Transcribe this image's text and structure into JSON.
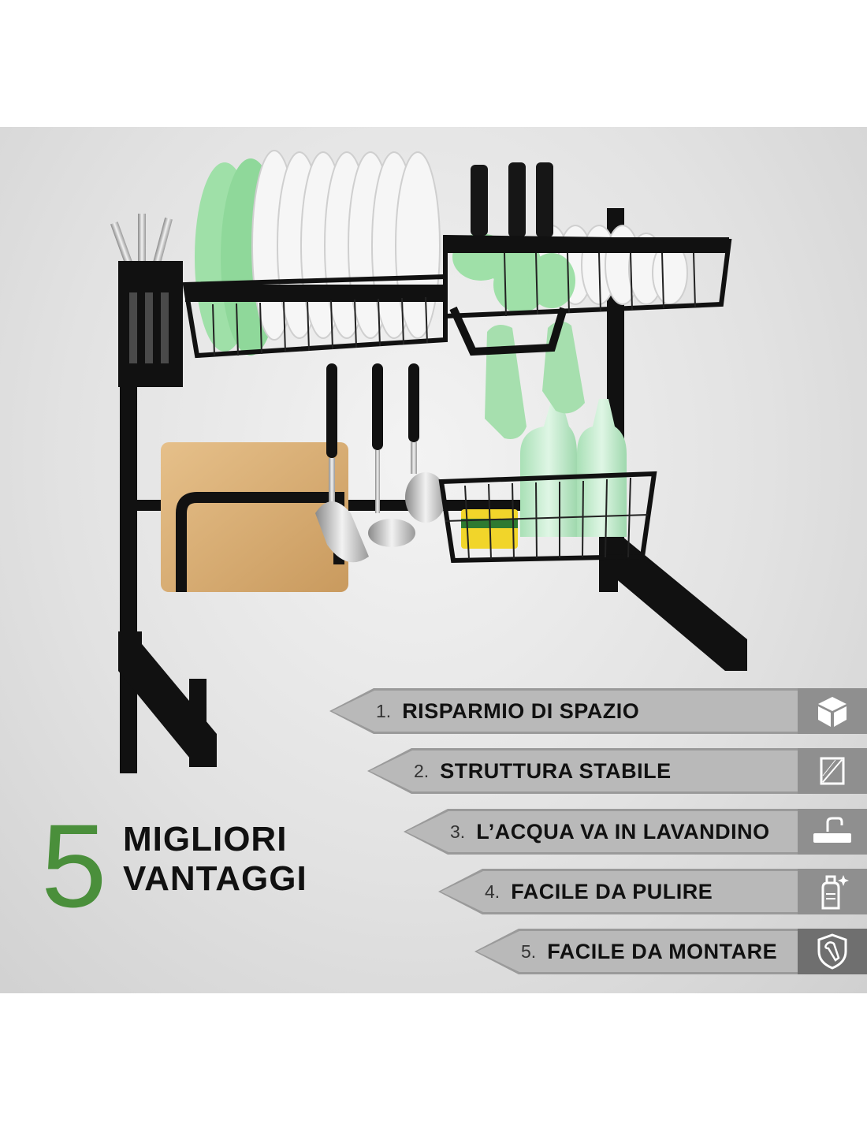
{
  "headline": {
    "number": "5",
    "line1": "MIGLIORI",
    "line2": "VANTAGGI"
  },
  "benefits": [
    {
      "num": "1.",
      "label": "RISPARMIO DI SPAZIO",
      "icon": "cube-icon"
    },
    {
      "num": "2.",
      "label": "STRUTTURA STABILE",
      "icon": "frame-icon"
    },
    {
      "num": "3.",
      "label": "L’ACQUA VA IN LAVANDINO",
      "icon": "sink-icon"
    },
    {
      "num": "4.",
      "label": "FACILE DA PULIRE",
      "icon": "spray-bottle-icon"
    },
    {
      "num": "5.",
      "label": "FACILE DA MONTARE",
      "icon": "wrench-shield-icon"
    }
  ],
  "colors": {
    "accent_green": "#4a8f3b",
    "rack_black": "#111111",
    "banner_gray": "#b9b9b9",
    "icon_box_gray": "#8f8f8f"
  }
}
